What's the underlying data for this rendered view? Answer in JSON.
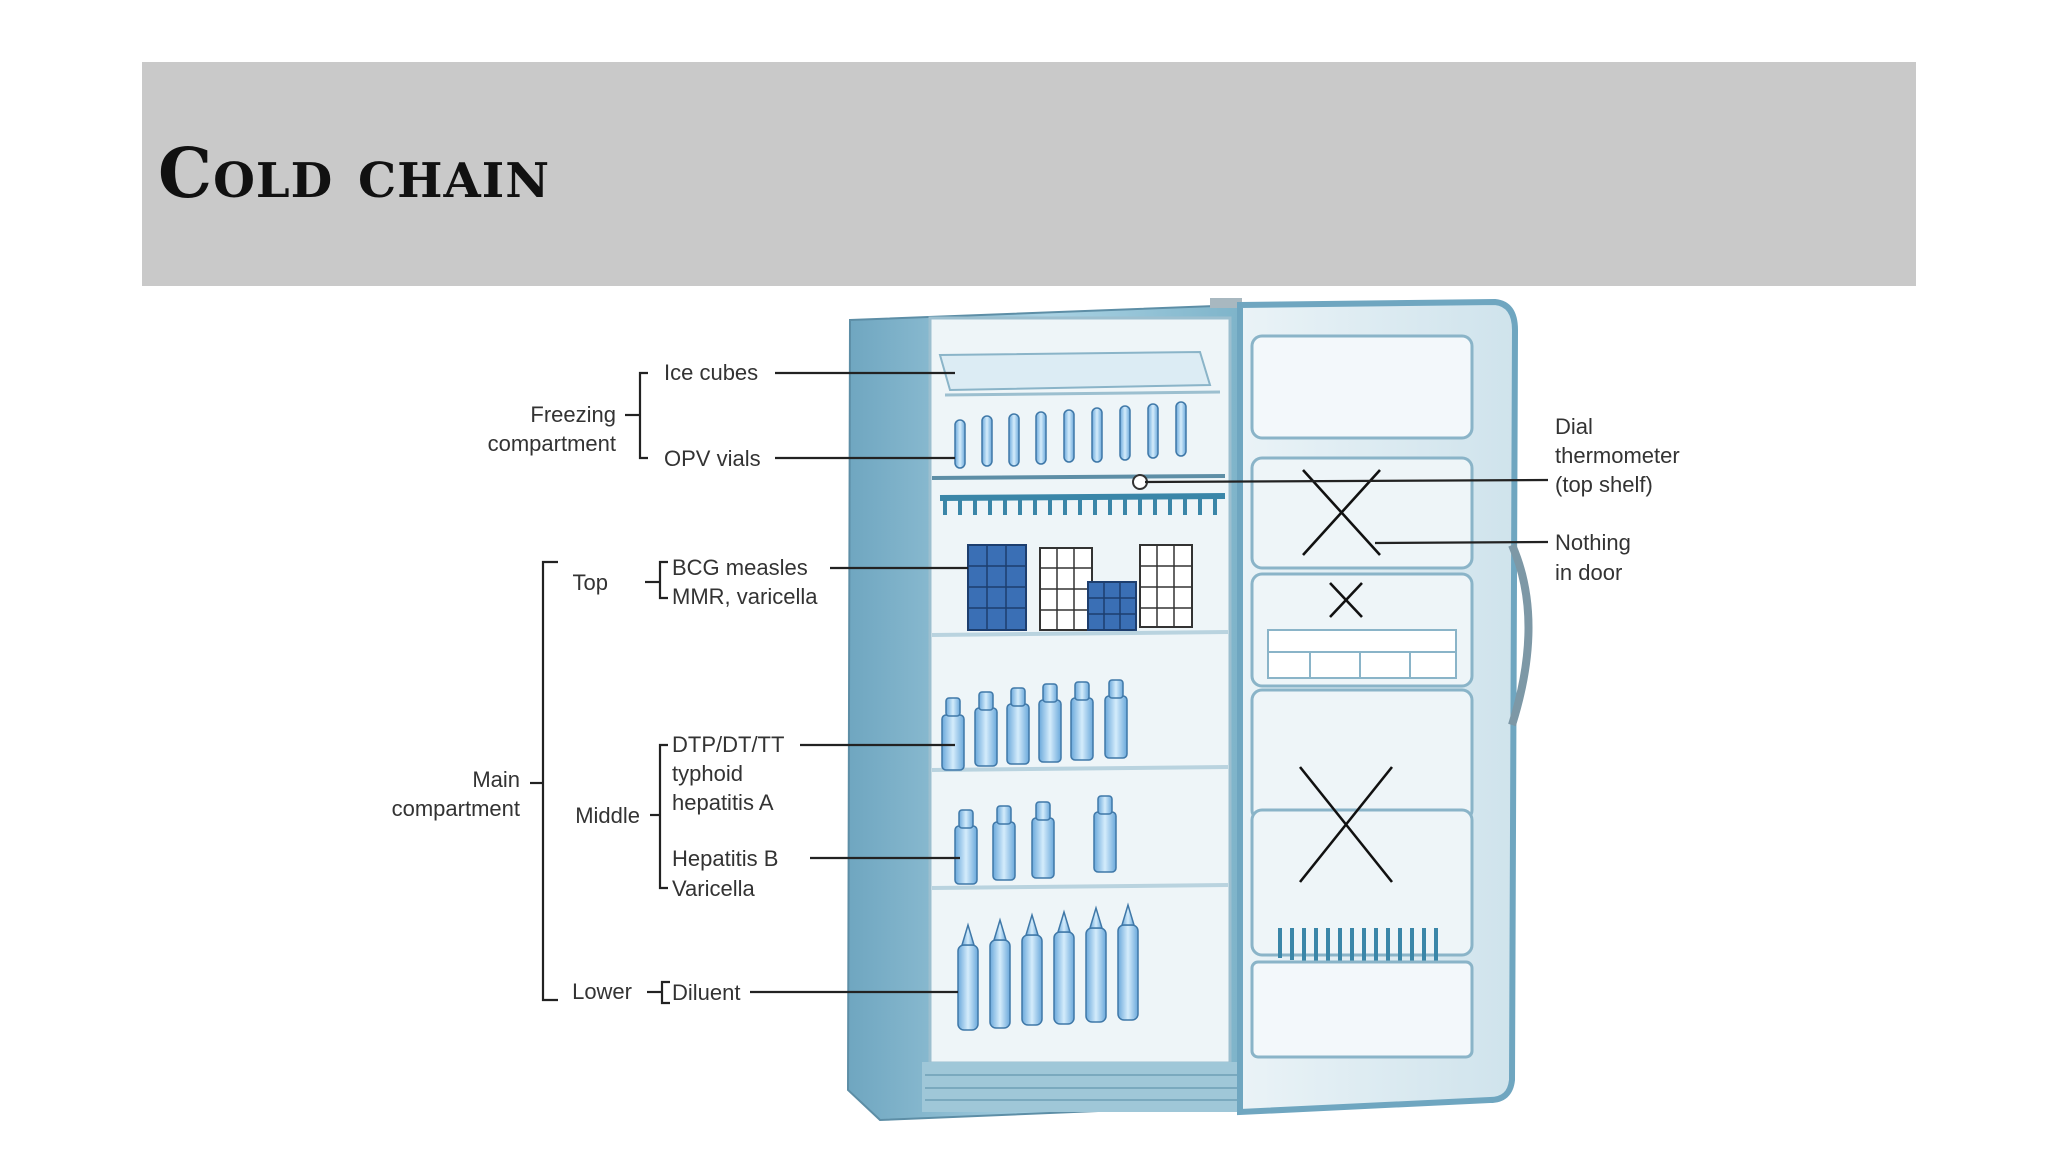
{
  "title": "Cold chain",
  "diagram": {
    "labels": {
      "freezing_compartment_line1": "Freezing",
      "freezing_compartment_line2": "compartment",
      "ice_cubes": "Ice cubes",
      "opv_vials": "OPV vials",
      "main_compartment_line1": "Main",
      "main_compartment_line2": "compartment",
      "top": "Top",
      "middle": "Middle",
      "lower": "Lower",
      "bcg_measles": "BCG measles",
      "mmr_varicella": "MMR, varicella",
      "dtp": "DTP/DT/TT",
      "typhoid": "typhoid",
      "hepatitis_a": "hepatitis A",
      "hepatitis_b": "Hepatitis B",
      "varicella": "Varicella",
      "diluent": "Diluent",
      "dial_line1": "Dial",
      "dial_line2": "thermometer",
      "dial_line3": "(top shelf)",
      "nothing_line1": "Nothing",
      "nothing_line2": "in door"
    },
    "colors": {
      "fridge_body": "#8fc1d6",
      "fridge_inner": "#e8f1f5",
      "vial": "#9cc8ea",
      "box_dark": "#3a6fb5"
    }
  }
}
